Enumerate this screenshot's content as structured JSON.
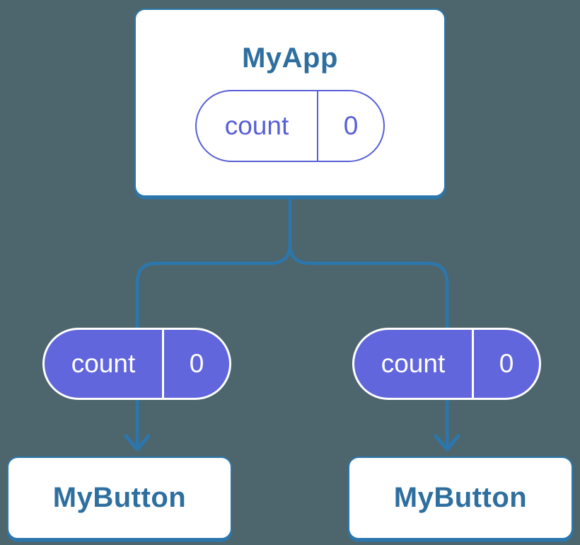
{
  "diagram": {
    "description": "React component tree sharing state",
    "root": {
      "title": "MyApp",
      "state": {
        "name": "count",
        "value": "0"
      }
    },
    "children": [
      {
        "title": "MyButton",
        "state": {
          "name": "count",
          "value": "0"
        }
      },
      {
        "title": "MyButton",
        "state": {
          "name": "count",
          "value": "0"
        }
      }
    ]
  },
  "colors": {
    "background": "#4d666d",
    "connector_blue": "#2b77ad",
    "box_fill": "#ffffff",
    "box_border": "#2b77ad",
    "title_text": "#2e6f9f",
    "state_pill_fill": "#6166dd",
    "state_pill_outline": "#575fd6",
    "state_text_on_fill": "#ffffff"
  }
}
